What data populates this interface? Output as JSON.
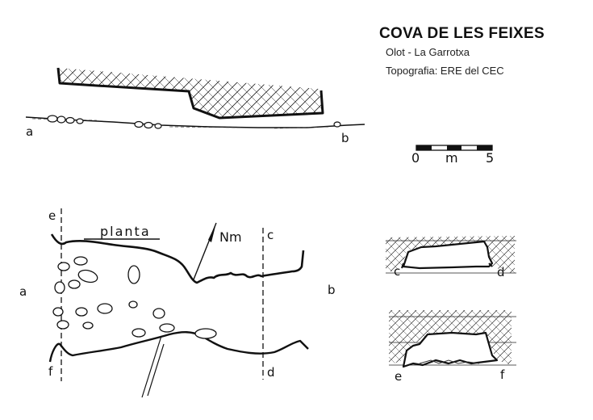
{
  "header": {
    "title": "COVA DE LES FEIXES",
    "location": "Olot - La Garrotxa",
    "credits": "Topografia: ERE del CEC"
  },
  "scale_bar": {
    "start_label": "0",
    "unit_label": "m",
    "end_label": "5"
  },
  "plan": {
    "label": "planta",
    "north_label": "Nm"
  },
  "profile_markers": {
    "a": "a",
    "b": "b"
  },
  "plan_markers": {
    "a": "a",
    "b": "b",
    "c": "c",
    "d": "d",
    "e": "e",
    "f": "f"
  },
  "section_cd": {
    "left": "c",
    "right": "d"
  },
  "section_ef": {
    "left": "e",
    "right": "f"
  }
}
